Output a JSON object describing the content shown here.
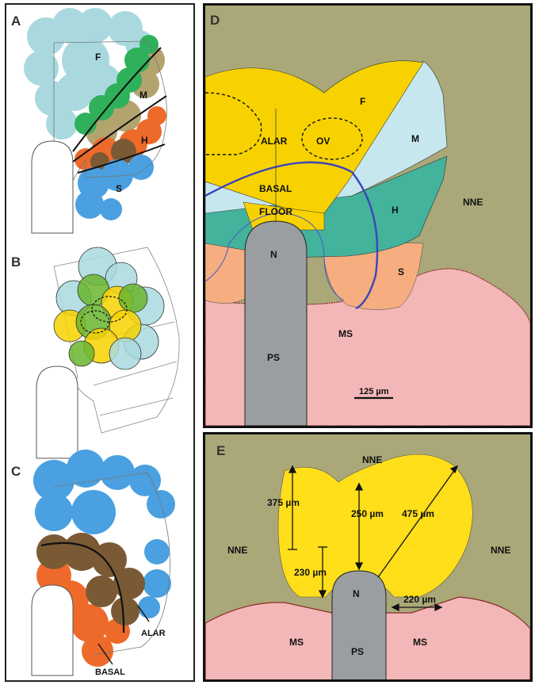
{
  "panel_a": {
    "letter": "A",
    "labels": {
      "f": "F",
      "m": "M",
      "h": "H",
      "s": "S"
    }
  },
  "panel_b": {
    "letter": "B"
  },
  "panel_c": {
    "letter": "C",
    "labels": {
      "alar": "ALAR",
      "basal": "BASAL"
    }
  },
  "panel_d": {
    "letter": "D",
    "labels": {
      "f": "F",
      "alar": "ALAR",
      "ov": "OV",
      "m": "M",
      "basal": "BASAL",
      "floor": "FLOOR",
      "h": "H",
      "nne": "NNE",
      "n": "N",
      "s": "S",
      "ms": "MS",
      "ps": "PS"
    },
    "scale_bar": "125 µm"
  },
  "panel_e": {
    "letter": "E",
    "labels": {
      "nne_top": "NNE",
      "nne_left": "NNE",
      "nne_right": "NNE",
      "n": "N",
      "ms_left": "MS",
      "ms_right": "MS",
      "ps": "PS"
    },
    "measurements": {
      "m375": "375 µm",
      "m250": "250 µm",
      "m475": "475 µm",
      "m230": "230 µm",
      "m220": "220 µm"
    }
  },
  "colors": {
    "forebrain": "#a9d9df",
    "midbrain": "#2fb05a",
    "hindbrain": "#ee6a2a",
    "spinal": "#4aa0e0",
    "overlap": "#7a5a35",
    "alar_yellow": "#f7d200",
    "basal_green": "#6ab52e",
    "ectoderm": "#aaa878",
    "mesoderm": "#f3b7b7",
    "notochord": "#9a9ea0",
    "neural_plate": "#ffde1a"
  }
}
